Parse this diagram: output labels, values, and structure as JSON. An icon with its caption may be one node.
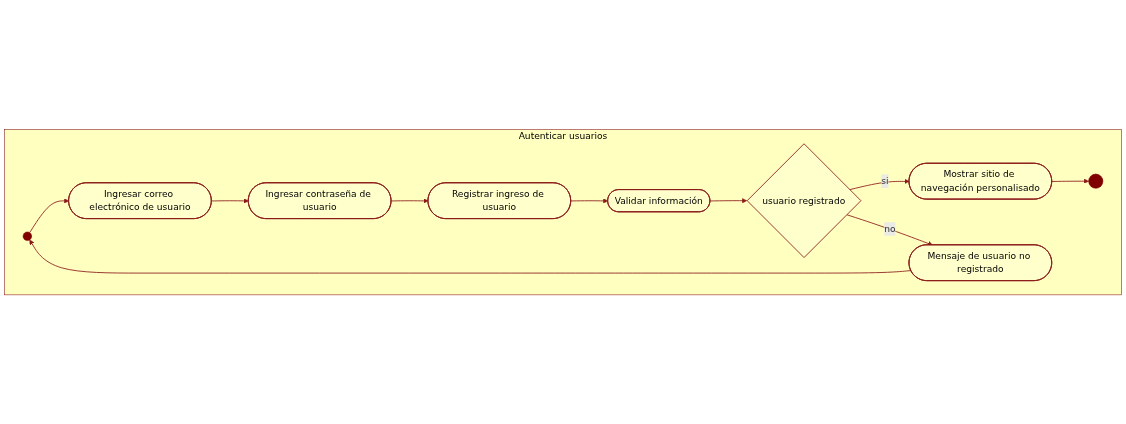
{
  "diagram": {
    "nodes": [
      {
        "text": [
          "Autenticar usuarios"
        ]
      },
      {
        "text": [],
        "shape": "circle",
        "in": 0
      },
      {
        "text": [
          "Ingresar correo electrónico de usuario"
        ],
        "in": 0
      },
      {
        "text": [
          "Ingresar contraseña de usuario"
        ],
        "in": 0
      },
      {
        "text": [
          "Registrar ingreso de usuario"
        ],
        "in": 0
      },
      {
        "text": [
          "Validar información"
        ],
        "in": 0
      },
      {
        "text": [
          "usuario registrado"
        ],
        "in": 0
      },
      {
        "text": [
          "Mostrar sitio de navegación personalisado"
        ],
        "in": 0
      },
      {
        "text": [],
        "shape": "circle",
        "in": 0
      },
      {
        "text": [
          "Mensaje de usuario no registrado"
        ],
        "in": 0
      }
    ],
    "edges": [
      {
        "from": 1,
        "to": 2,
        "arrow": "to"
      },
      {
        "from": 2,
        "to": 3,
        "arrow": "to"
      },
      {
        "from": 3,
        "to": 4,
        "arrow": "to"
      },
      {
        "from": 4,
        "to": 5,
        "arrow": "to"
      },
      {
        "from": 5,
        "to": 6,
        "arrow": "to"
      },
      {
        "from": 6,
        "to": 7,
        "label": "si",
        "arrow": "to"
      },
      {
        "from": 7,
        "to": 8,
        "arrow": "to"
      },
      {
        "from": 6,
        "to": 9,
        "label": "no",
        "arrow": "to"
      },
      {
        "from": 9,
        "to": 1,
        "arrow": "to"
      }
    ]
  }
}
